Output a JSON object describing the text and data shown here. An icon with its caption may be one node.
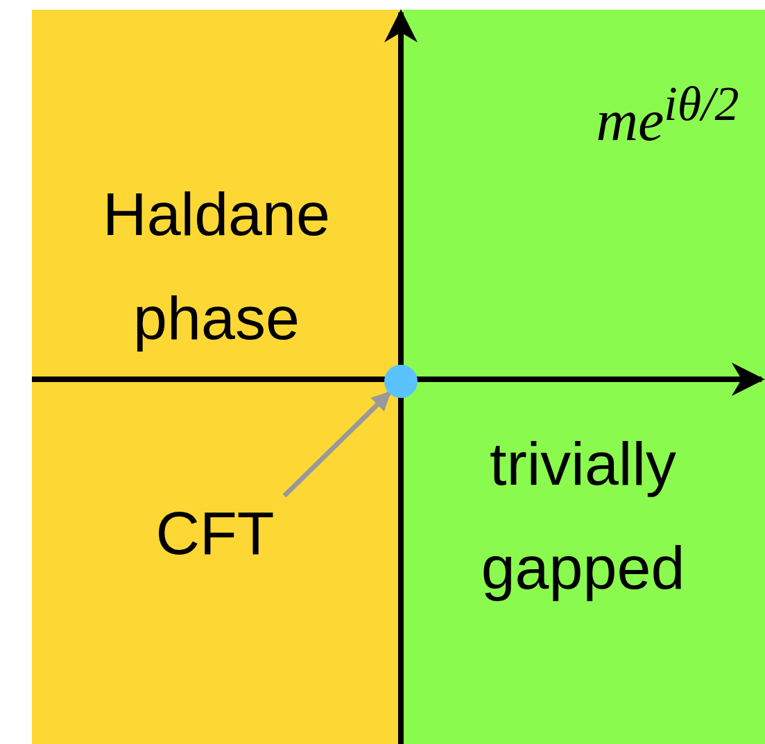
{
  "diagram": {
    "nodes": [
      {
        "text": [
          "Haldane phase"
        ]
      },
      {
        "text": [
          "trivially gapped"
        ]
      },
      {
        "text": [],
        "shape": "circle"
      },
      {
        "text": [
          "CFT"
        ],
        "in": 0
      }
    ],
    "edges": [
      {
        "from": 3,
        "to": 2,
        "arrow": "to"
      }
    ],
    "labels": [
      "me$^{iθ/2}$"
    ]
  }
}
